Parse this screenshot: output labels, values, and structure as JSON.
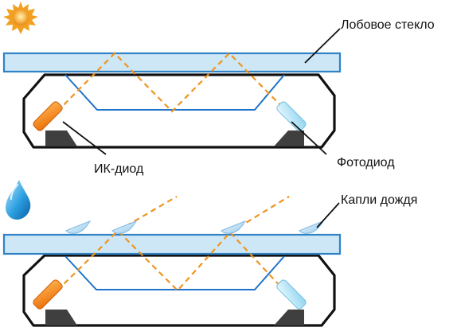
{
  "labels": {
    "windshield": "Лобовое стекло",
    "ir_diode": "ИК-диод",
    "photodiode": "Фотодиод",
    "raindrops": "Капли дождя"
  },
  "icons": {
    "dry_state": "sun-icon",
    "wet_state": "water-drop-icon"
  },
  "colors": {
    "glass_fill": "#cde7f6",
    "glass_stroke": "#2f82c6",
    "light_path": "#f0941f",
    "inner_reflection": "#1f74c8",
    "ir_diode": "#f07e12",
    "photodiode": "#a9def2",
    "sun": "#f39b20",
    "drop": "#2f9fdb"
  }
}
